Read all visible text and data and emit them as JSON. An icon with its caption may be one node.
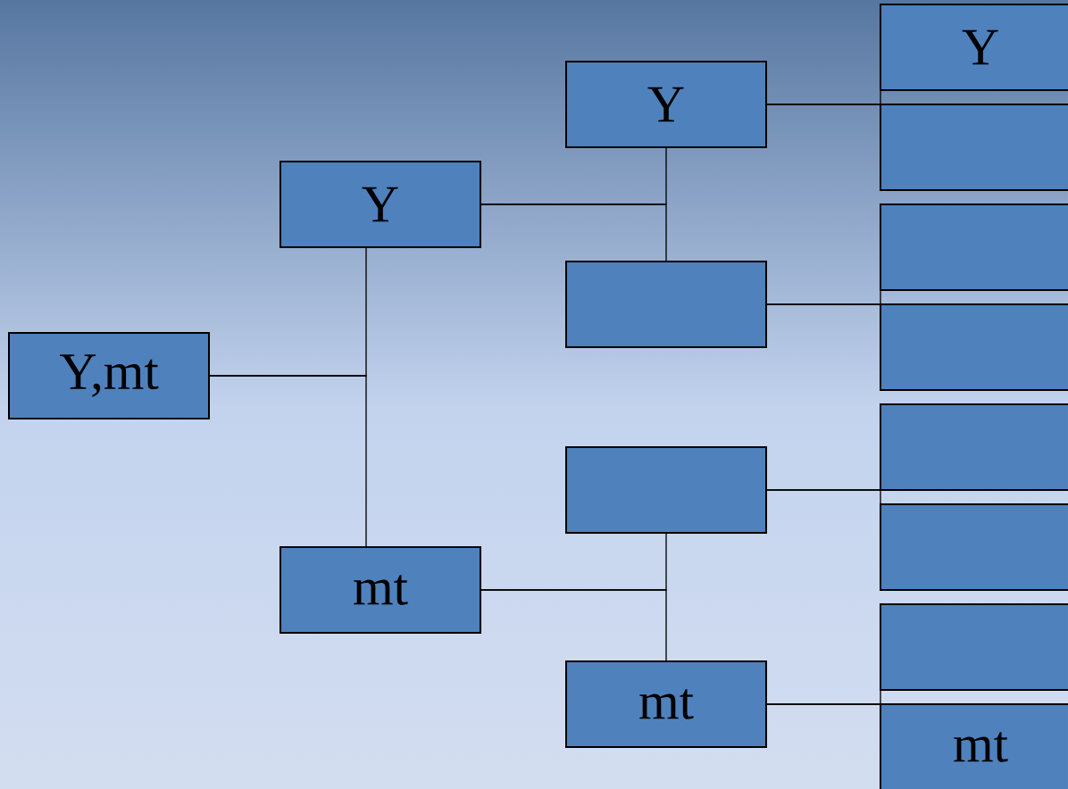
{
  "diagram": {
    "nodes": [
      {
        "text": [
          "Y,mt"
        ]
      },
      {
        "text": [
          "Y"
        ]
      },
      {
        "text": [
          "mt"
        ]
      },
      {
        "text": [
          "Y"
        ]
      },
      {
        "text": [],
        "shape": "box"
      },
      {
        "text": [],
        "shape": "box"
      },
      {
        "text": [
          "mt"
        ]
      },
      {
        "text": [
          "Y"
        ]
      },
      {
        "text": [],
        "shape": "box"
      },
      {
        "text": [],
        "shape": "box"
      },
      {
        "text": [],
        "shape": "box"
      },
      {
        "text": [],
        "shape": "box"
      },
      {
        "text": [],
        "shape": "box"
      },
      {
        "text": [],
        "shape": "box"
      },
      {
        "text": [
          "mt"
        ]
      }
    ],
    "edges": [
      {
        "from": 0,
        "to": 1,
        "arrow": "none"
      },
      {
        "from": 0,
        "to": 2,
        "arrow": "none"
      },
      {
        "from": 1,
        "to": 3,
        "arrow": "none"
      },
      {
        "from": 1,
        "to": 4,
        "arrow": "none"
      },
      {
        "from": 2,
        "to": 5,
        "arrow": "none"
      },
      {
        "from": 2,
        "to": 6,
        "arrow": "none"
      },
      {
        "from": 3,
        "to": 7,
        "arrow": "none"
      },
      {
        "from": 3,
        "to": 8,
        "arrow": "none"
      },
      {
        "from": 4,
        "to": 9,
        "arrow": "none"
      },
      {
        "from": 4,
        "to": 10,
        "arrow": "none"
      },
      {
        "from": 5,
        "to": 11,
        "arrow": "none"
      },
      {
        "from": 5,
        "to": 12,
        "arrow": "none"
      },
      {
        "from": 6,
        "to": 13,
        "arrow": "none"
      },
      {
        "from": 6,
        "to": 14,
        "arrow": "none"
      }
    ]
  }
}
